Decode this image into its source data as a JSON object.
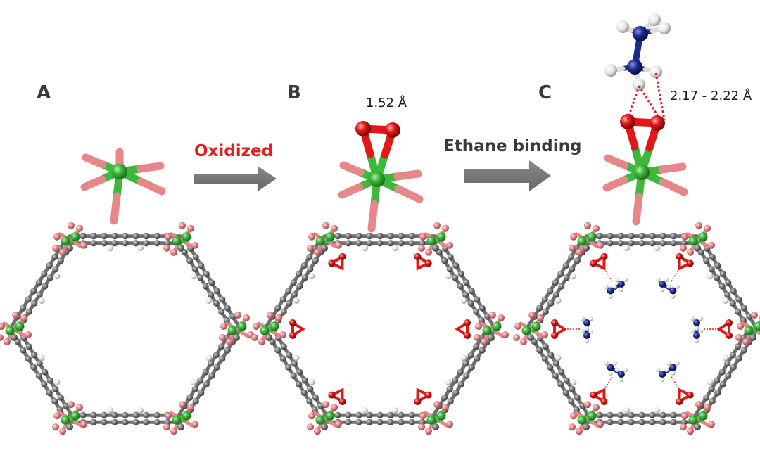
{
  "panels": [
    {
      "label": "A"
    },
    {
      "label": "B",
      "distance": "1.52 Å"
    },
    {
      "label": "C",
      "distance": "2.17 - 2.22 Å"
    }
  ],
  "arrows": [
    {
      "label": "Oxidized",
      "label_color": "#e02020"
    },
    {
      "label": "Ethane binding",
      "label_color": "#3a3a3a"
    }
  ],
  "colors": {
    "iron": "#3cb83c",
    "framework_oxygen": "#e8878a",
    "carbon": "#7a7a7a",
    "hydrogen": "#f2f2f2",
    "peroxo_oxygen": "#e01818",
    "ethane_carbon": "#1c2a8c",
    "arrow": "#777777",
    "contact": "#e02020"
  }
}
